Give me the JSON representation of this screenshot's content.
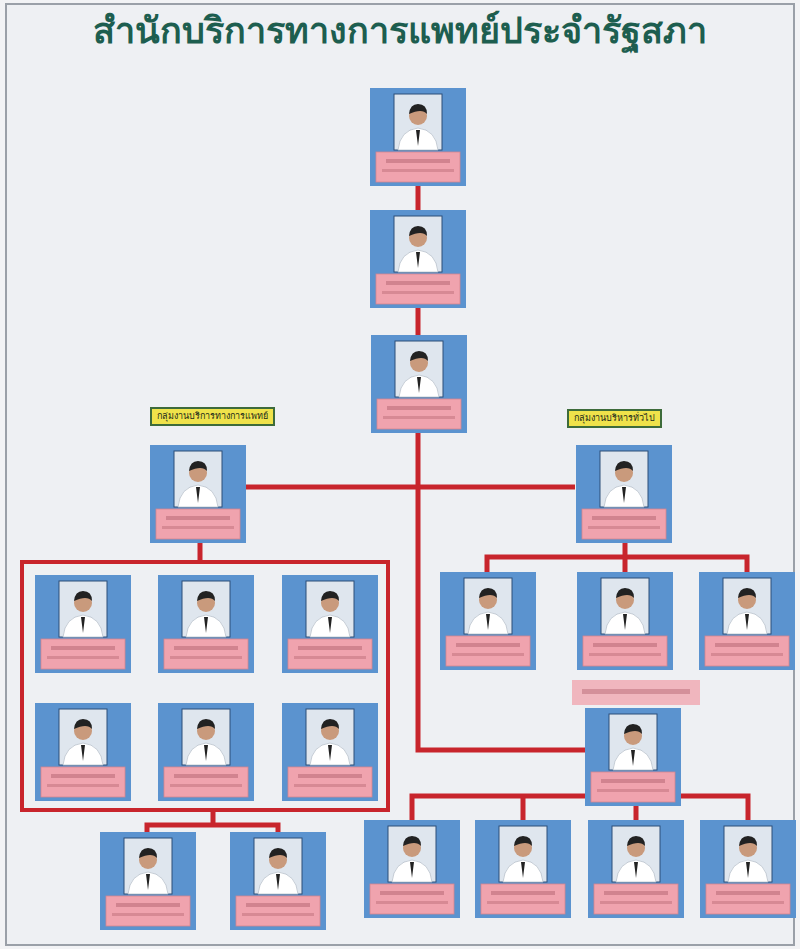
{
  "diagram": {
    "title": "สำนักบริการทางการแพทย์ประจำรัฐสภา",
    "nodes": [
      {
        "text": [
          "กลุ่มงานบริการทางการแพทย์"
        ]
      },
      {
        "text": [
          "กลุ่มงานบริหารทั่วไป"
        ]
      }
    ]
  }
}
